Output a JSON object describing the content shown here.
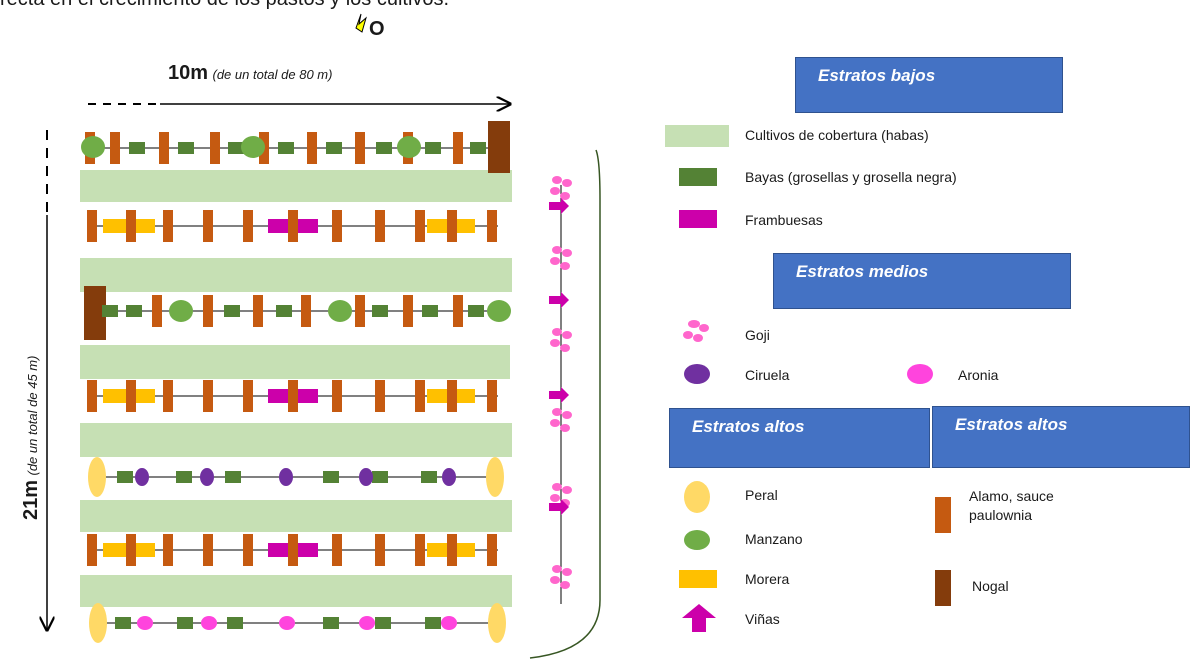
{
  "header_text": "recta en el crecimiento de los pastos y los cultivos.",
  "north": {
    "label": "O"
  },
  "dimensions": {
    "width_value": "10m",
    "width_note": "(de un total de 80 m)",
    "height_value": "21m",
    "height_note": "(de un total de 45 m)"
  },
  "legend": {
    "low_strata": {
      "title": "Estratos bajos",
      "items": [
        {
          "label": "Cultivos de cobertura (habas)",
          "color": "#c6e0b4"
        },
        {
          "label": "Bayas (grosellas y grosella negra)",
          "color": "#548235"
        },
        {
          "label": "Frambuesas",
          "color": "#cc00aa"
        }
      ]
    },
    "mid_strata": {
      "title": "Estratos medios",
      "items": [
        {
          "label": "Goji",
          "color": "#ff66cc"
        },
        {
          "label": "Ciruela",
          "color": "#7030a0"
        },
        {
          "label": "Aronia",
          "color": "#ff44dd"
        }
      ]
    },
    "high_strata": {
      "title_left": "Estratos altos",
      "title_right": "Estratos altos",
      "items": [
        {
          "label": "Peral",
          "color": "#ffd966"
        },
        {
          "label": "Manzano",
          "color": "#70ad47"
        },
        {
          "label": "Morera",
          "color": "#ffc000"
        },
        {
          "label": "Viñas",
          "color": "#cc00aa"
        },
        {
          "label": "Alamo, sauce paulownia",
          "color": "#c55a11"
        },
        {
          "label": "Nogal",
          "color": "#843c0c"
        }
      ]
    }
  }
}
